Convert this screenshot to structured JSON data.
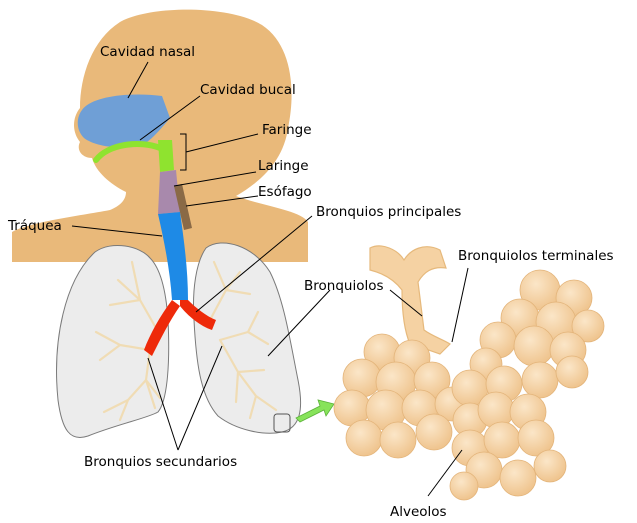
{
  "labels": {
    "nasal_cavity": "Cavidad nasal",
    "oral_cavity": "Cavidad bucal",
    "pharynx": "Faringe",
    "larynx": "Laringe",
    "esophagus": "Esófago",
    "trachea": "Tráquea",
    "main_bronchi": "Bronquios principales",
    "terminal_bronchioles": "Bronquiolos terminales",
    "bronchioles": "Bronquiolos",
    "secondary_bronchi": "Bronquios secundarios",
    "alveoli": "Alveolos"
  },
  "colors": {
    "skin": "#e9b97a",
    "nasal_cavity": "#6f9fd6",
    "oral_cavity": "#8fe32f",
    "larynx": "#a889ac",
    "esophagus": "#8a6a46",
    "trachea": "#1e8ae6",
    "main_bronchi": "#ee2a0a",
    "lung_fill": "#ececec",
    "lung_stroke": "#7a7a7a",
    "bronchiole_tree": "#f0dcb4",
    "alveoli": "#f5d2a3",
    "arrow": "#87e35a"
  }
}
